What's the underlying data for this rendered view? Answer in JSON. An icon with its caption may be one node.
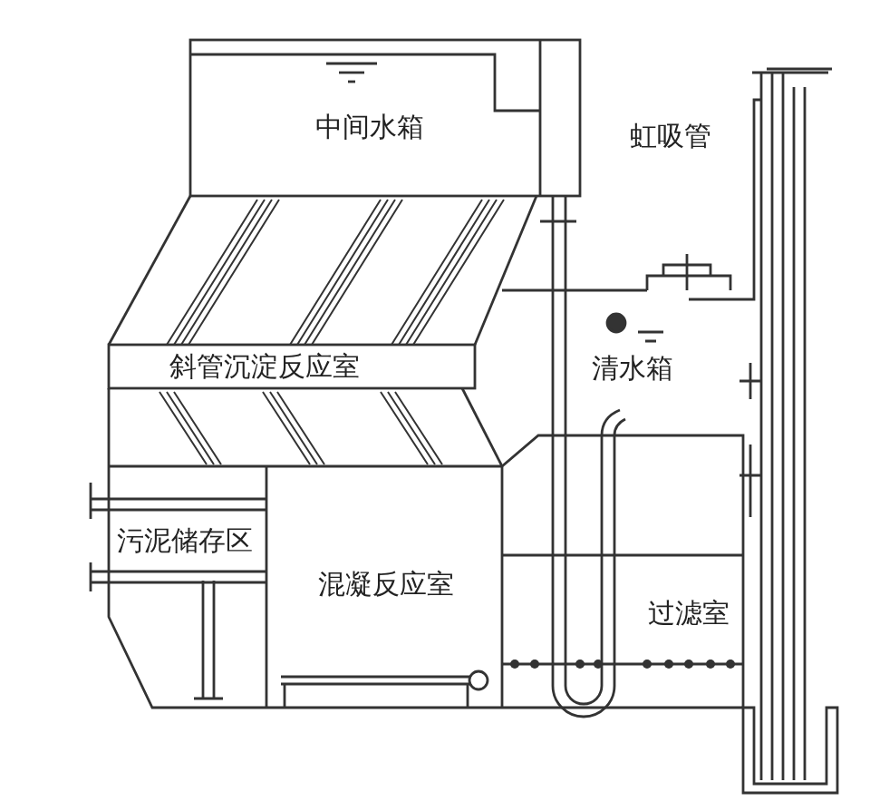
{
  "diagram": {
    "labels": [
      "中间水箱",
      "虹吸管",
      "斜管沉淀反应室",
      "清水箱",
      "污泥储存区",
      "混凝反应室",
      "过滤室"
    ]
  }
}
